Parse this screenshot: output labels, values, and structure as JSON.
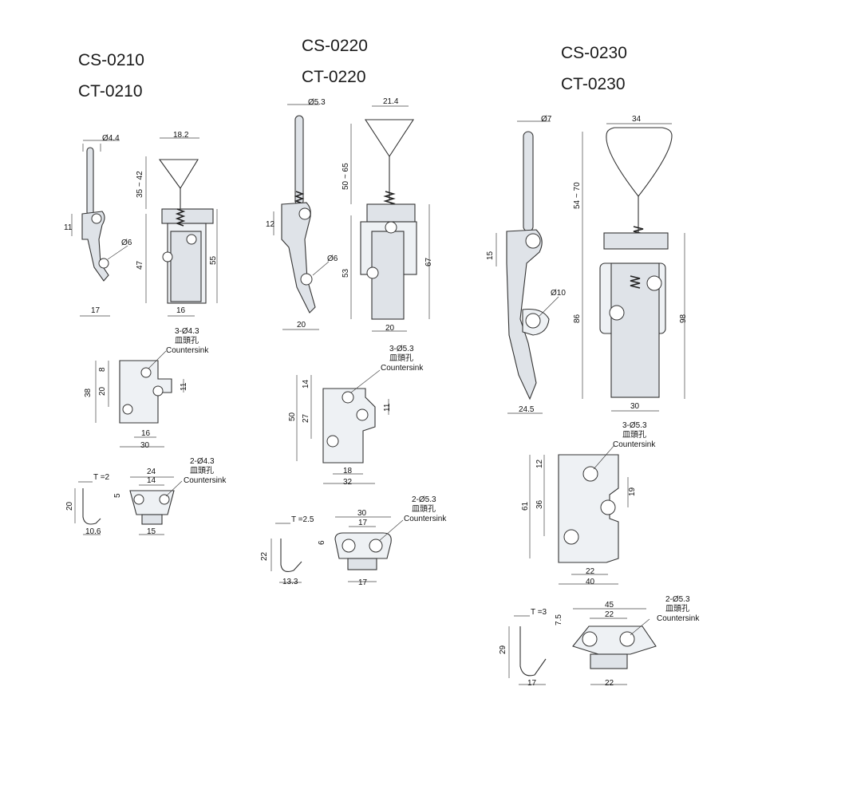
{
  "models": [
    {
      "cs": "CS-0210",
      "ct": "CT-0210",
      "side": {
        "wire_dia": "Ø4.4",
        "d1": "11",
        "hole": "Ø6",
        "w": "17"
      },
      "front": {
        "w_top": "18.2",
        "loop": "35 ~ 42",
        "h1": "47",
        "h2": "55",
        "w_bot": "16"
      },
      "plate": {
        "d1": "8",
        "d2": "20",
        "d3": "38",
        "d4": "11",
        "w1": "16",
        "w2": "30",
        "note_holes": "3-Ø4.3",
        "note_cn": "皿頭孔",
        "note_en": "Countersink"
      },
      "hook_side": {
        "t": "T =2",
        "h": "20",
        "w": "10.6"
      },
      "hook_top": {
        "w1": "24",
        "w2": "14",
        "h": "5",
        "w3": "15",
        "note_holes": "2-Ø4.3",
        "note_cn": "皿頭孔",
        "note_en": "Countersink"
      }
    },
    {
      "cs": "CS-0220",
      "ct": "CT-0220",
      "side": {
        "wire_dia": "Ø5.3",
        "d1": "12",
        "hole": "Ø6",
        "w": "20"
      },
      "front": {
        "w_top": "21.4",
        "loop": "50 ~ 65",
        "h1": "53",
        "h2": "67",
        "w_bot": "20"
      },
      "plate": {
        "d1": "14",
        "d2": "27",
        "d3": "50",
        "d4": "11",
        "w1": "18",
        "w2": "32",
        "note_holes": "3-Ø5.3",
        "note_cn": "皿頭孔",
        "note_en": "Countersink"
      },
      "hook_side": {
        "t": "T =2.5",
        "h": "22",
        "w": "13.3"
      },
      "hook_top": {
        "w1": "30",
        "w2": "17",
        "h": "6",
        "w3": "17",
        "note_holes": "2-Ø5.3",
        "note_cn": "皿頭孔",
        "note_en": "Countersink"
      }
    },
    {
      "cs": "CS-0230",
      "ct": "CT-0230",
      "side": {
        "wire_dia": "Ø7",
        "d1": "15",
        "hole": "Ø10",
        "w": "24.5"
      },
      "front": {
        "w_top": "34",
        "loop": "54 ~ 70",
        "h1": "86",
        "h2": "98",
        "w_bot": "30"
      },
      "plate": {
        "d1": "12",
        "d2": "36",
        "d3": "61",
        "d4": "19",
        "w1": "22",
        "w2": "40",
        "note_holes": "3-Ø5.3",
        "note_cn": "皿頭孔",
        "note_en": "Countersink"
      },
      "hook_side": {
        "t": "T =3",
        "h": "29",
        "w": "17",
        "h2": "7.5"
      },
      "hook_top": {
        "w1": "45",
        "w2": "22",
        "w3": "22",
        "note_holes": "2-Ø5.3",
        "note_cn": "皿頭孔",
        "note_en": "Countersink"
      }
    }
  ],
  "colors": {
    "metal": "#dfe3e8",
    "outline": "#333333"
  }
}
